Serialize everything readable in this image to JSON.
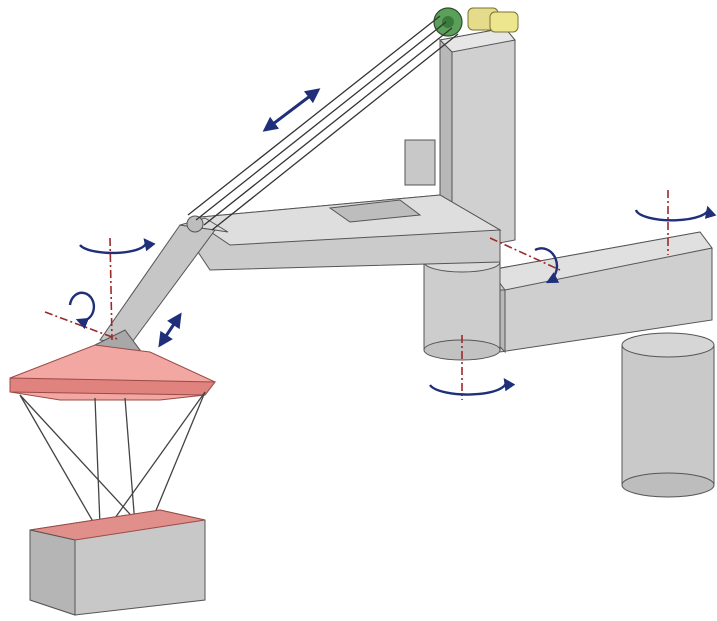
{
  "figure": {
    "colors": {
      "background": "#ffffff",
      "structure_light": "#d9d9d9",
      "structure_mid": "#c4c4c4",
      "structure_dark": "#a9a9a9",
      "outline": "#555555",
      "platform": "#f2a7a2",
      "platform_dark": "#e0827d",
      "axis": "#9b2a2a",
      "arrow": "#1f2f7a",
      "motor": "#e4dc8a",
      "winch": "#5aa05a",
      "cable": "#333333"
    },
    "elements": {
      "base_column": "base-column",
      "shoulder_arm": "shoulder-arm",
      "tower": "tower",
      "boom": "boom",
      "forearm": "forearm",
      "winch_drum": "winch-drum",
      "motors": "motors",
      "cables": "hoist-cables",
      "platform": "suspended-platform",
      "load_box": "load-box"
    }
  }
}
